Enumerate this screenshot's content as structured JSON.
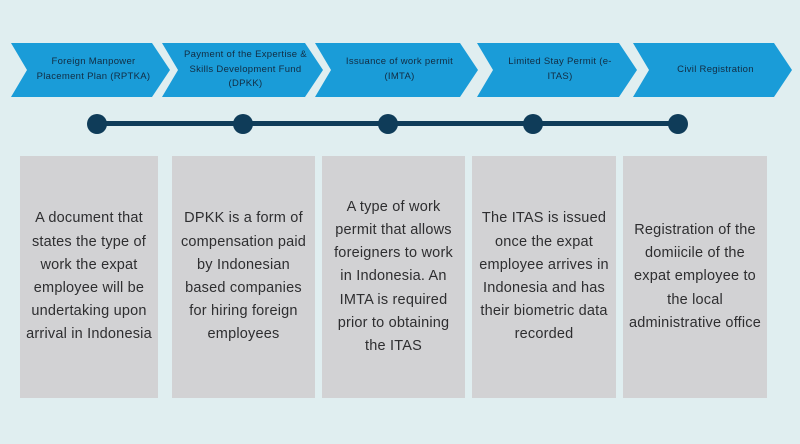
{
  "colors": {
    "background": "#e0eef0",
    "arrow": "#1a9cd8",
    "timeline": "#0f3c59",
    "box": "#d2d2d4",
    "arrow_text": "#122c42",
    "box_text": "#2e2e30"
  },
  "steps": [
    {
      "arrow_label": "Foreign Manpower Placement Plan (RPTKA)",
      "description": "A document that states the type of work the expat employee will be undertaking upon arrival in Indonesia"
    },
    {
      "arrow_label": "Payment of the Expertise & Skills Development Fund (DPKK)",
      "description": "DPKK is a form of compensation paid by Indonesian based companies for hiring foreign employees"
    },
    {
      "arrow_label": "Issuance of work permit (IMTA)",
      "description": "A type of work permit that allows foreigners to work in Indonesia. An IMTA is required prior to obtaining the ITAS"
    },
    {
      "arrow_label": "Limited Stay Permit (e-ITAS)",
      "description": "The ITAS is issued once the expat employee arrives in Indonesia and has their biometric data recorded"
    },
    {
      "arrow_label": "Civil Registration",
      "description": "Registration of the domiicile of the expat employee to the local administrative office"
    }
  ]
}
